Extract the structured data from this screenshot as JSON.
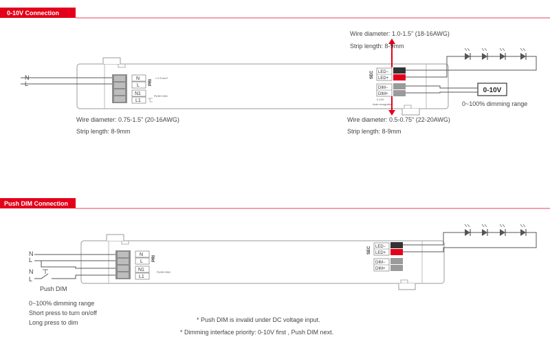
{
  "sections": {
    "s1_title": "0-10V Connection",
    "s2_title": "Push DIM Connection"
  },
  "colors": {
    "header_red": "#e3001b",
    "arrow_red": "#e3001b",
    "wire": "#555555",
    "body_gray": "#d9d9d9"
  },
  "s1": {
    "in_n": "N",
    "in_l": "L",
    "pri_term_n": "N",
    "pri_term_l": "L",
    "pri_term_n1": "N1",
    "pri_term_l1": "L1",
    "pri_label": "PRI",
    "push_dim_small": "PUSH DIM",
    "pri_ratings": "≈ 0.5 mm²",
    "sec_label": "SEC",
    "led_minus": "LED−",
    "led_plus": "LED+",
    "dim_minus": "DIM−",
    "dim_plus": "DIM+",
    "sec_small_1": "0-10V",
    "sec_small_2": "Auto recognition",
    "wire_top_1": "Wire diameter: 1.0-1.5\" (18-16AWG)",
    "wire_top_2": "Strip length: 8-9mm",
    "wire_bl_1": "Wire diameter: 0.75-1.5\" (20-16AWG)",
    "wire_bl_2": "Strip length: 8-9mm",
    "wire_br_1": "Wire diameter: 0.5-0.75\" (22-20AWG)",
    "wire_br_2": "Strip length: 8-9mm",
    "controller": "0-10V",
    "dimming_range": "0~100% dimming range"
  },
  "s2": {
    "in_n1": "N",
    "in_l1": "L",
    "in_n": "N",
    "in_l": "L",
    "pri_term_n": "N",
    "pri_term_l": "L",
    "pri_term_n1": "N1",
    "pri_term_l1": "L1",
    "pri_label": "PRI",
    "push_dim_small": "PUSH DIM",
    "sec_label": "SEC",
    "led_minus": "LED−",
    "led_plus": "LED+",
    "dim_minus": "DIM−",
    "dim_plus": "DIM+",
    "push_dim_label": "Push DIM",
    "note_1": "0~100% dimming range",
    "note_2": "Short press to turn on/off",
    "note_3": "Long press to dim",
    "footnote_1": "* Push DIM is invalid under DC voltage input.",
    "footnote_2": "* Dimming interface priority: 0-10V first , Push DIM next."
  }
}
